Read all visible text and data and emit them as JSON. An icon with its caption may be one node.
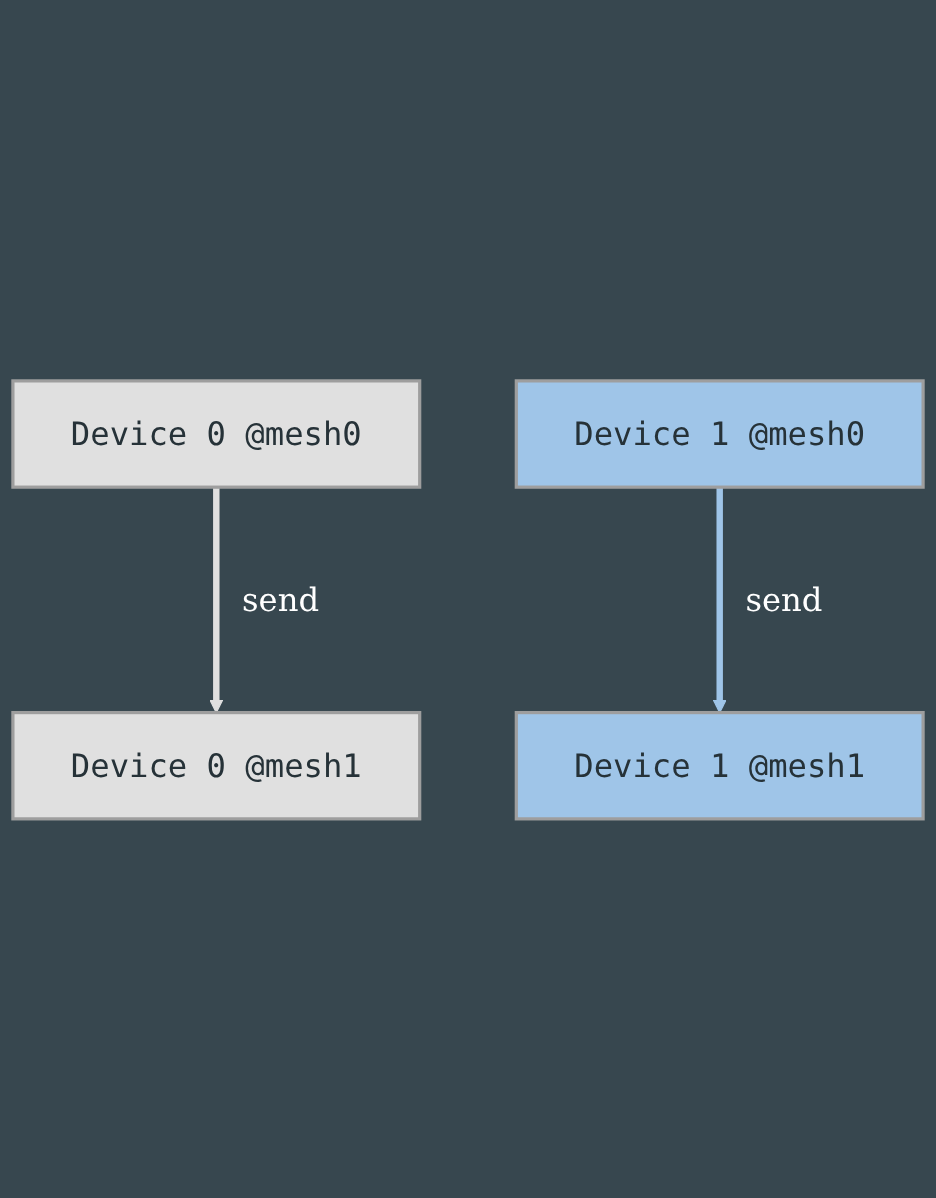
{
  "diagram": {
    "nodes": [
      {
        "text": [
          "Device 0 @mesh0"
        ]
      },
      {
        "text": [
          "Device 1 @mesh0"
        ]
      },
      {
        "text": [
          "Device 0 @mesh1"
        ]
      },
      {
        "text": [
          "Device 1 @mesh1"
        ]
      }
    ],
    "edges": [
      {
        "from": 0,
        "to": 2,
        "arrow": "to",
        "label": "send",
        "color": "#e0e0e0"
      },
      {
        "from": 1,
        "to": 3,
        "arrow": "to",
        "label": "send",
        "color": "#9fc5e8"
      }
    ]
  }
}
